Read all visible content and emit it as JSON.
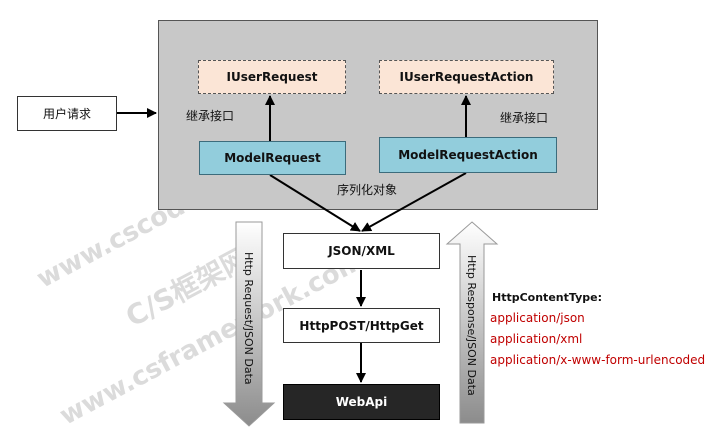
{
  "user_request": "用户请求",
  "iuser_request": "IUserRequest",
  "iuser_request_action": "IUserRequestAction",
  "inherit_label_left": "继承接口",
  "inherit_label_right": "继承接口",
  "model_request": "ModelRequest",
  "model_request_action": "ModelRequestAction",
  "serialize_label": "序列化对象",
  "json_xml": "JSON/XML",
  "http_post_get": "HttpPOST/HttpGet",
  "webapi": "WebApi",
  "request_arrow_label": "Http Request/JSON Data",
  "response_arrow_label": "Http Response/JSON Data",
  "content_type_title": "HttpContentType:",
  "content_types": [
    "application/json",
    "application/xml",
    "application/x-www-form-urlencoded"
  ],
  "watermarks": [
    "www.cscode.net",
    "C/S框架网",
    "www.csframework.com"
  ],
  "colors": {
    "panel": "#c8c8c8",
    "interface_fill": "#fbe5d6",
    "model_fill": "#92cddc",
    "webapi_fill": "#262626",
    "content_type_text": "#c00000"
  }
}
